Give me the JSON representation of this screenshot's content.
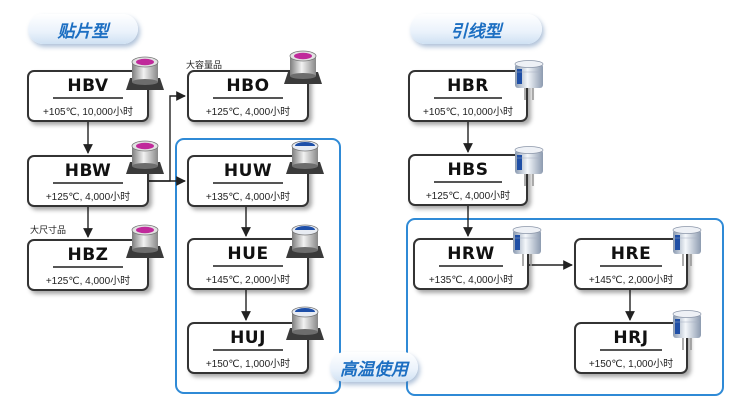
{
  "banners": {
    "smd": "贴片型",
    "leaded": "引线型",
    "high_temp": "高温使用"
  },
  "notes": {
    "hbo": "大容量品",
    "hbz": "大尺寸品"
  },
  "nodes": {
    "hbv": {
      "name": "HBV",
      "spec": "+105℃, 10,000小时"
    },
    "hbo": {
      "name": "HBO",
      "spec": "+125℃, 4,000小时"
    },
    "hbw": {
      "name": "HBW",
      "spec": "+125℃, 4,000小时"
    },
    "huw": {
      "name": "HUW",
      "spec": "+135℃, 4,000小时"
    },
    "hbz": {
      "name": "HBZ",
      "spec": "+125℃, 4,000小时"
    },
    "hue": {
      "name": "HUE",
      "spec": "+145℃, 2,000小时"
    },
    "huj": {
      "name": "HUJ",
      "spec": "+150℃, 1,000小时"
    },
    "hbr": {
      "name": "HBR",
      "spec": "+105℃, 10,000小时"
    },
    "hbs": {
      "name": "HBS",
      "spec": "+125℃, 4,000小时"
    },
    "hrw": {
      "name": "HRW",
      "spec": "+135℃, 4,000小时"
    },
    "hre": {
      "name": "HRE",
      "spec": "+145℃, 2,000小时"
    },
    "hrj": {
      "name": "HRJ",
      "spec": "+150℃, 1,000小时"
    }
  },
  "colors": {
    "accent": "#1d6fc2",
    "group_border": "#2f8ad6",
    "node_border": "#333333",
    "arrow": "#222222"
  }
}
